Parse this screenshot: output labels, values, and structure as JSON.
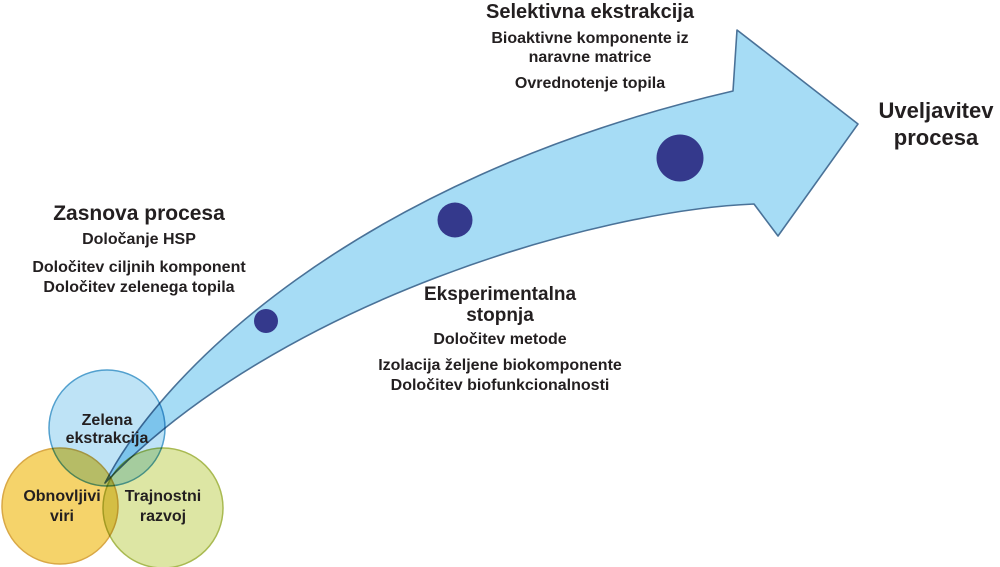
{
  "diagram": {
    "stages": {
      "design": {
        "title": "Zasnova procesa",
        "line1": "Določanje HSP",
        "line2": "Določitev ciljnih komponent",
        "line3": "Določitev zelenega topila"
      },
      "experimental": {
        "title": "Eksperimentalna stopnja",
        "line1": "Določitev metode",
        "line2": "Izolacija željene biokomponente",
        "line3": "Določitev biofunkcionalnosti"
      },
      "selective": {
        "title": "Selektivna ekstrakcija",
        "line1": "Bioaktivne komponente iz naravne matrice",
        "line2": "Ovrednotenje topila"
      },
      "implementation": {
        "title": "Uveljavitev procesa"
      }
    },
    "venn": {
      "blue_label": "Zelena ekstrakcija",
      "yellow_label": "Obnovljivi viri",
      "green_label": "Trajnostni razvoj"
    },
    "colors": {
      "arrow_fill": "#A6DCF5",
      "arrow_stroke": "#4A7298",
      "dot_fill": "#34398C",
      "venn_blue_fill": "#BEE3F6",
      "venn_blue_stroke": "#52A0CE",
      "venn_yellow_fill": "#F5D36A",
      "venn_yellow_stroke": "#D9A846",
      "venn_green_fill": "#DDE6A4",
      "venn_green_stroke": "#A9BA52",
      "text": "#231F20"
    }
  }
}
